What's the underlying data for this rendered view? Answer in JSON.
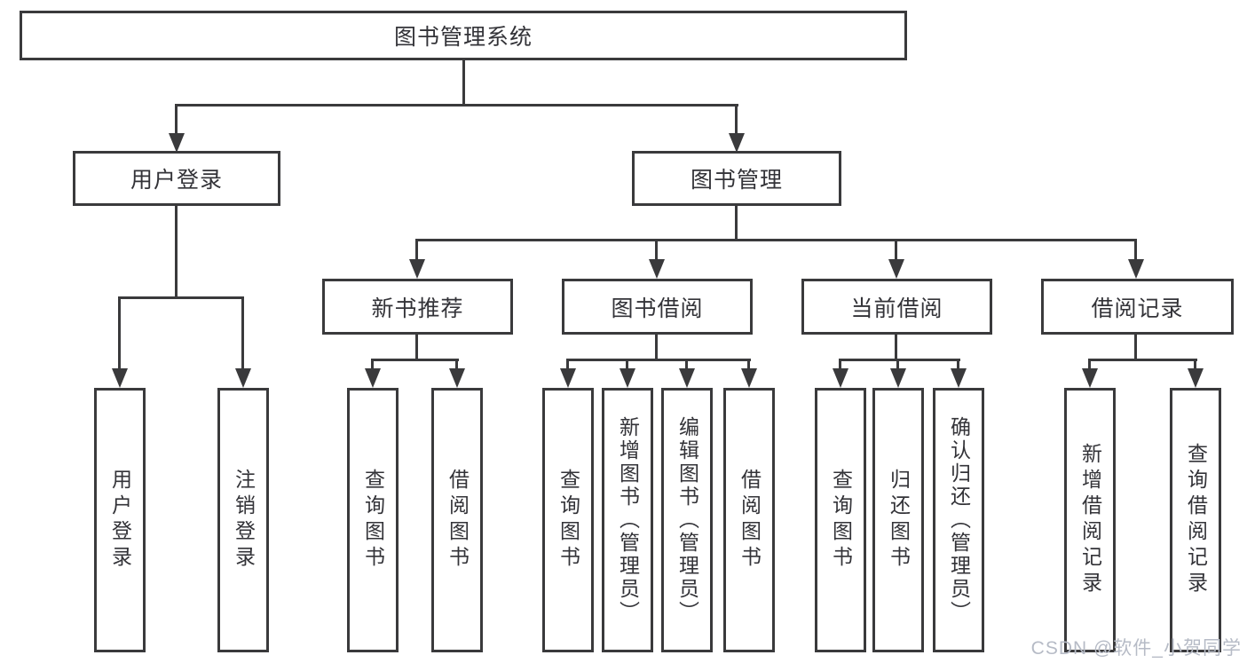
{
  "diagram": {
    "title": "图书管理系统",
    "watermark": "CSDN @软件_小贺同学",
    "colors": {
      "line": "#3a3a3c",
      "box_border": "#3a3a3c",
      "text": "#333338",
      "watermark": "#b6bbc6",
      "bg": "#ffffff"
    },
    "nodes": {
      "root": {
        "label": "图书管理系统"
      },
      "level2": [
        {
          "label": "用户登录"
        },
        {
          "label": "图书管理"
        }
      ],
      "level3": [
        {
          "label": "新书推荐",
          "parent": "图书管理"
        },
        {
          "label": "图书借阅",
          "parent": "图书管理"
        },
        {
          "label": "当前借阅",
          "parent": "图书管理"
        },
        {
          "label": "借阅记录",
          "parent": "图书管理"
        }
      ],
      "level4": [
        {
          "label": "用户登录",
          "parent": "用户登录"
        },
        {
          "label": "注销登录",
          "parent": "用户登录"
        },
        {
          "label": "查询图书",
          "parent": "新书推荐"
        },
        {
          "label": "借阅图书",
          "parent": "新书推荐"
        },
        {
          "label": "查询图书",
          "parent": "图书借阅"
        },
        {
          "label": "新增图书（管理员）",
          "parent": "图书借阅"
        },
        {
          "label": "编辑图书（管理员）",
          "parent": "图书借阅"
        },
        {
          "label": "借阅图书",
          "parent": "图书借阅"
        },
        {
          "label": "查询图书",
          "parent": "当前借阅"
        },
        {
          "label": "归还图书",
          "parent": "当前借阅"
        },
        {
          "label": "确认归还（管理员）",
          "parent": "当前借阅"
        },
        {
          "label": "新增借阅记录",
          "parent": "借阅记录"
        },
        {
          "label": "查询借阅记录",
          "parent": "借阅记录"
        }
      ]
    }
  }
}
